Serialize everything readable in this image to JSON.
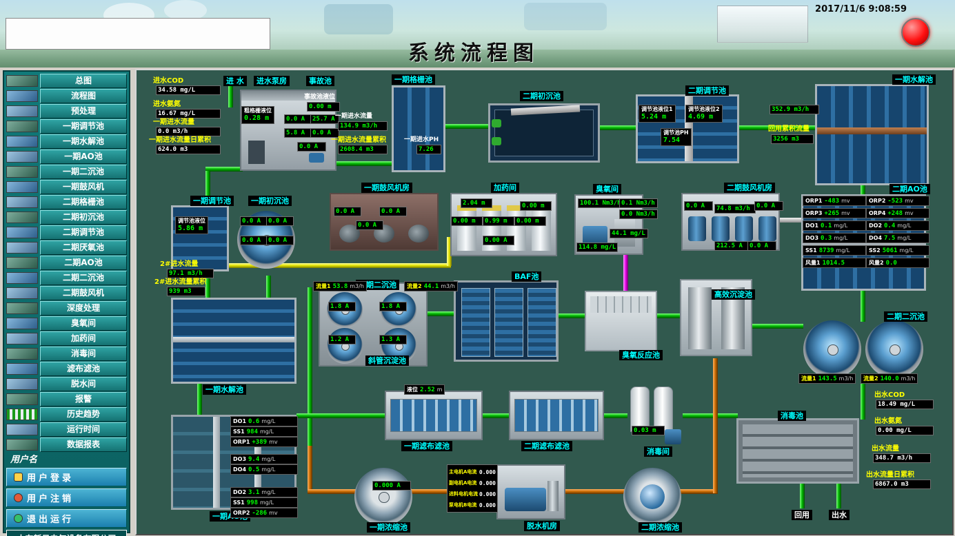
{
  "header": {
    "title": "系统流程图",
    "timestamp": "2017/11/6 9:08:59"
  },
  "sidebar": {
    "items": [
      {
        "label": "总图"
      },
      {
        "label": "流程图"
      },
      {
        "label": "预处理"
      },
      {
        "label": "一期调节池"
      },
      {
        "label": "一期水解池"
      },
      {
        "label": "一期AO池"
      },
      {
        "label": "一期二沉池"
      },
      {
        "label": "一期鼓风机"
      },
      {
        "label": "二期格栅池"
      },
      {
        "label": "二期初沉池"
      },
      {
        "label": "二期调节池"
      },
      {
        "label": "二期厌氧池"
      },
      {
        "label": "二期AO池"
      },
      {
        "label": "二期二沉池"
      },
      {
        "label": "二期鼓风机"
      },
      {
        "label": "深度处理"
      },
      {
        "label": "臭氧间"
      },
      {
        "label": "加药间"
      },
      {
        "label": "消毒间"
      },
      {
        "label": "滤布滤池"
      },
      {
        "label": "脱水间"
      },
      {
        "label": "报警"
      },
      {
        "label": "历史趋势"
      },
      {
        "label": "运行时间"
      },
      {
        "label": "数据报表"
      }
    ],
    "username_label": "用户名",
    "login": "用户登录",
    "logout": "用户注销",
    "exit": "退出运行",
    "company": "山东新日电气设备有限公司"
  },
  "main": {
    "labels": {
      "jin_shui": "进 水",
      "pump_house": "进水泵房",
      "shigu_pool": "事故池",
      "grid1": "一期格栅池",
      "chuchen2": "二期初沉池",
      "tiaojie2": "二期调节池",
      "shuijie1_top": "一期水解池",
      "tiaojie1": "一期调节池",
      "chuchen1": "一期初沉池",
      "blower1": "一期鼓风机房",
      "dosing": "加药间",
      "ozone_room": "臭氧间",
      "blower2": "二期鼓风机房",
      "ao2": "二期AO池",
      "erchen1": "一期二沉池",
      "xieguan": "斜管沉淀池",
      "baf": "BAF池",
      "ozone_reactor": "臭氧反应池",
      "gaoxiao": "高效沉淀池",
      "erchen2": "二期二沉池",
      "shuijie1_bottom": "一期水解池",
      "ao1": "一期AO池",
      "lvbu1": "一期滤布滤池",
      "lvbu2": "二期滤布滤池",
      "disinfect_room": "消毒间",
      "disinfect_pool": "消毒池",
      "nongsuo1": "一期浓缩池",
      "dewater": "脱水机房",
      "nongsuo2": "二期浓缩池",
      "reuse": "回用",
      "outflow": "出水"
    },
    "inlet": {
      "rows": [
        {
          "label": "进水COD",
          "value": "34.58  mg/L"
        },
        {
          "label": "进水氨氮",
          "value": "16.67  mg/L"
        },
        {
          "label": "一期进水流量",
          "value": "0.0   m3/h"
        },
        {
          "label": "一期进水流量日累积",
          "value": "624.0  m3"
        }
      ]
    },
    "pump": {
      "grid_level_label": "粗格栅液位",
      "grid_level": "0.28  m",
      "shigu_level_label": "事故池液位",
      "shigu_level": "0.00  m",
      "currents": [
        "0.0  A",
        "25.7 A",
        "5.8  A",
        "0.0  A",
        "0.0  A"
      ]
    },
    "grid1": {
      "flow_label": "一期进水流量",
      "flow": "134.9  m3/h",
      "total_label": "一期进水流量累积",
      "total": "2608.4  m3",
      "ph_label": "一期进水PH",
      "ph": "7.26"
    },
    "tiaojie2": {
      "lv1_label": "调节池液位1",
      "lv1": "5.24  m",
      "lv2_label": "调节池液位2",
      "lv2": "4.69  m",
      "ph_label": "调节池PH",
      "ph": "7.54"
    },
    "shuijie1": {
      "flow": "352.9  m3/h",
      "total_label": "回用累积流量",
      "total": "3256  m3"
    },
    "tiaojie1": {
      "lv_label": "调节池液位",
      "lv": "5.86  m",
      "flow_label": "2#进水流量",
      "flow": "97.1  m3/h",
      "total_label": "2#进水流量累积",
      "total": "939  m3"
    },
    "chuchen1": {
      "currents": [
        "0.0 A",
        "0.0 A",
        "0.0 A",
        "0.0 A"
      ]
    },
    "blower1": {
      "currents": [
        "0.0 A",
        "0.0 A",
        "0.0 A"
      ]
    },
    "dosing": {
      "boxes": [
        "2.04  m",
        "0.00  m",
        "0.00  m",
        "0.99  m",
        "0.00  m",
        "0.00  A"
      ]
    },
    "ozone": {
      "values": [
        "100.1 Nm3/h",
        "0.1 Nm3/h",
        "0.0 Nm3/h",
        "44.1 mg/L",
        "114.8 mg/L"
      ]
    },
    "blower2": {
      "values": [
        "0.0  A",
        "74.8 m3/h",
        "0.0  A",
        "212.5 A",
        "0.0  A"
      ]
    },
    "ao2": {
      "left": [
        [
          "ORP1",
          "-483",
          "mv"
        ],
        [
          "ORP3",
          "+265",
          "mv"
        ],
        [
          "DO1",
          "0.1",
          "mg/L"
        ],
        [
          "DO3",
          "0.3",
          "mg/L"
        ],
        [
          "SS1",
          "8739",
          "mg/L"
        ],
        [
          "风量1",
          "1014.5",
          ""
        ]
      ],
      "right": [
        [
          "ORP2",
          "-523",
          "mv"
        ],
        [
          "ORP4",
          "+248",
          "mv"
        ],
        [
          "DO2",
          "0.4",
          "mg/L"
        ],
        [
          "DO4",
          "7.5",
          "mg/L"
        ],
        [
          "SS2",
          "5061",
          "mg/L"
        ],
        [
          "风量2",
          "0.0",
          ""
        ]
      ]
    },
    "erchen1": {
      "flow1_label": "流量1",
      "flow1": "53.8",
      "flow1_unit": "m3/h",
      "flow2_label": "流量2",
      "flow2": "44.1",
      "flow2_unit": "m3/h",
      "currents": [
        "1.8  A",
        "1.8  A",
        "1.2  A",
        "1.3  A"
      ]
    },
    "erchen2": {
      "flow1_label": "流量1",
      "flow1": "143.5",
      "flow1_unit": "m3/h",
      "flow2_label": "流量2",
      "flow2": "140.0",
      "flow2_unit": "m3/h"
    },
    "ao1": {
      "rows": [
        [
          "DO1",
          "0.6",
          "mg/L"
        ],
        [
          "SS1",
          "984",
          "mg/L"
        ],
        [
          "ORP1",
          "+389",
          "mv"
        ],
        [
          "DO3",
          "9.4",
          "mg/L"
        ],
        [
          "DO4",
          "0.5",
          "mg/L"
        ],
        [
          "DO2",
          "3.1",
          "mg/L"
        ],
        [
          "SS1",
          "998",
          "mg/L"
        ],
        [
          "ORP2",
          "-286",
          "mv"
        ]
      ]
    },
    "lvbu": {
      "level_label": "液位",
      "level": "2.52",
      "level_unit": "m"
    },
    "disinfect": {
      "level": "0.03  m"
    },
    "outlet": {
      "rows": [
        {
          "label": "出水COD",
          "value": "18.49  mg/L"
        },
        {
          "label": "出水氨氮",
          "value": "0.00  mg/L"
        },
        {
          "label": "出水流量",
          "value": "348.7  m3/h"
        },
        {
          "label": "出水流量日累积",
          "value": "6867.0  m3"
        }
      ]
    },
    "nongsuo1": {
      "current": "0.000  A"
    },
    "dewater": {
      "rows": [
        {
          "label": "主电机A电流",
          "value": "0.000"
        },
        {
          "label": "副电机A电流",
          "value": "0.000"
        },
        {
          "label": "进料电机电流",
          "value": "0.000"
        },
        {
          "label": "泵电机B电流",
          "value": "0.000"
        }
      ]
    }
  }
}
